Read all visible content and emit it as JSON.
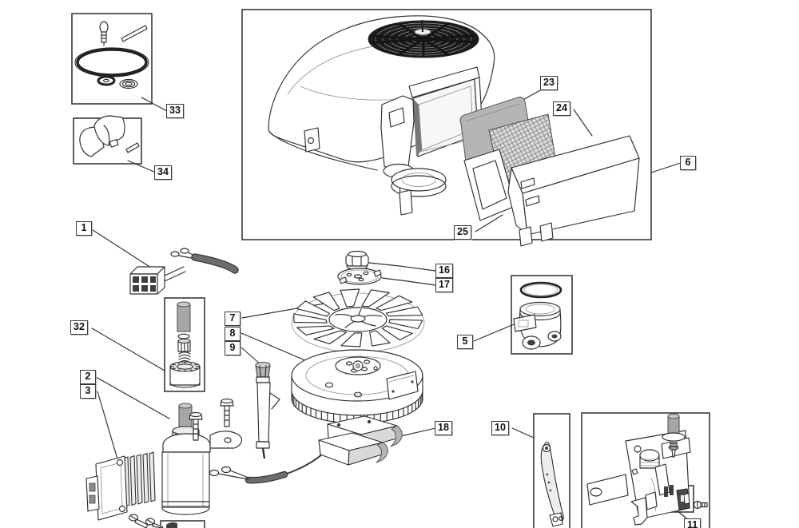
{
  "diagram": {
    "kind": "exploded-parts-diagram"
  },
  "callouts": [
    {
      "number": "1"
    },
    {
      "number": "2"
    },
    {
      "number": "3"
    },
    {
      "number": "5"
    },
    {
      "number": "6"
    },
    {
      "number": "7"
    },
    {
      "number": "8"
    },
    {
      "number": "9"
    },
    {
      "number": "10"
    },
    {
      "number": "11"
    },
    {
      "number": "16"
    },
    {
      "number": "17"
    },
    {
      "number": "18"
    },
    {
      "number": "23"
    },
    {
      "number": "24"
    },
    {
      "number": "25"
    },
    {
      "number": "32"
    },
    {
      "number": "33"
    },
    {
      "number": "34"
    }
  ],
  "colors": {
    "line": "#2e2e2e",
    "box_border": "#454545",
    "background": "#ffffff",
    "part_gray": "#b5b5b5",
    "metal_gray": "#a6a6a6",
    "dark_fill": "#1c1c1c",
    "cable_gray": "#6d6d6d",
    "mesh_fill": "#dcdcdc",
    "mesh_line": "#8f8f8f"
  }
}
